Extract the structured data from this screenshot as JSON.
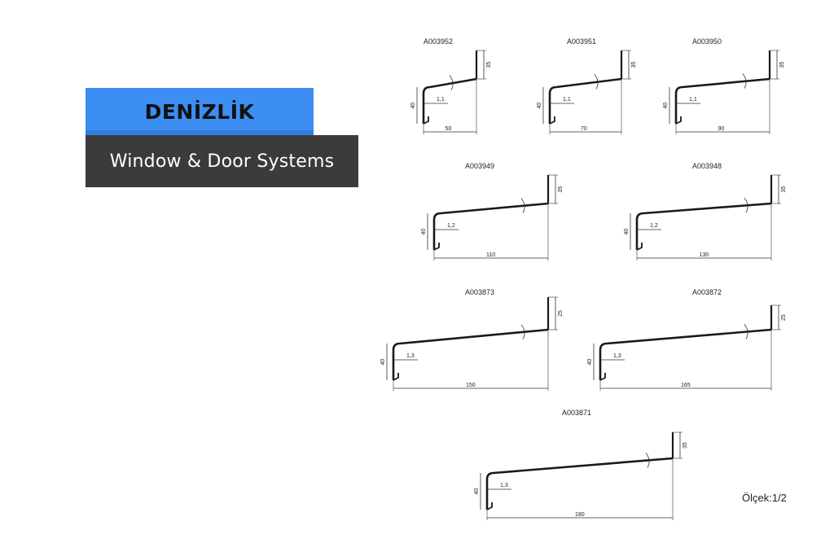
{
  "banner": {
    "brand": "DENİZLİK",
    "subtitle": "Window & Door Systems"
  },
  "profiles": [
    {
      "code": "A003952",
      "width_label": "50",
      "height_label": "40",
      "lip_label": "35",
      "thickness_label": "1,1"
    },
    {
      "code": "A003951",
      "width_label": "70",
      "height_label": "40",
      "lip_label": "35",
      "thickness_label": "1,1"
    },
    {
      "code": "A003950",
      "width_label": "90",
      "height_label": "40",
      "lip_label": "35",
      "thickness_label": "1,1"
    },
    {
      "code": "A003949",
      "width_label": "110",
      "height_label": "40",
      "lip_label": "35",
      "thickness_label": "1,2"
    },
    {
      "code": "A003948",
      "width_label": "130",
      "height_label": "40",
      "lip_label": "35",
      "thickness_label": "1,2"
    },
    {
      "code": "A003873",
      "width_label": "150",
      "height_label": "40",
      "lip_label": "25",
      "thickness_label": "1,3"
    },
    {
      "code": "A003872",
      "width_label": "165",
      "height_label": "40",
      "lip_label": "25",
      "thickness_label": "1,3"
    },
    {
      "code": "A003871",
      "width_label": "180",
      "height_label": "40",
      "lip_label": "35",
      "thickness_label": "1,3"
    }
  ],
  "scale_note": "Ölçek:1/2",
  "colors": {
    "brand_blue": "#3c8ef2",
    "dark_band": "#3b3b3b",
    "line": "#1a1a1a"
  }
}
